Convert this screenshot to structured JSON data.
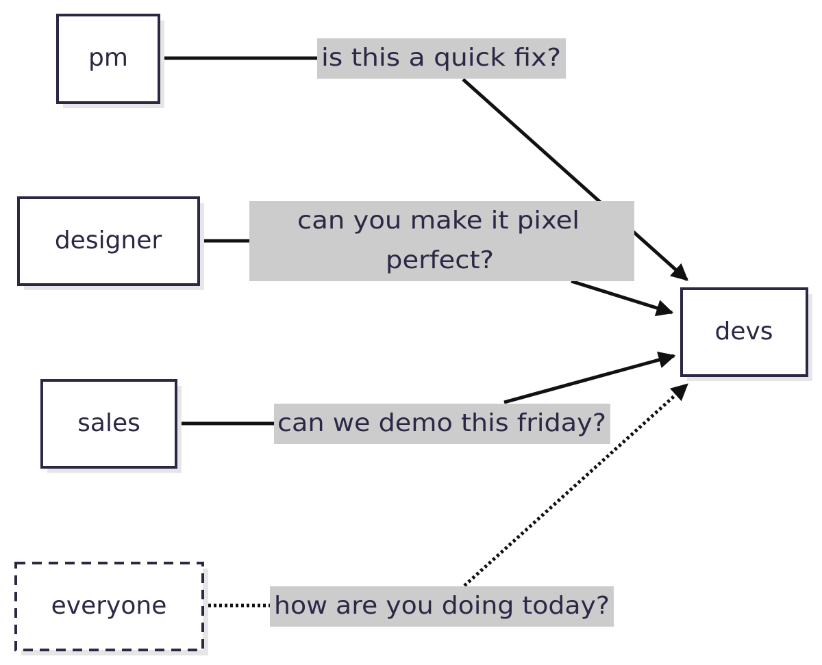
{
  "nodes": {
    "pm": {
      "label": "pm",
      "style": "solid"
    },
    "designer": {
      "label": "designer",
      "style": "solid"
    },
    "sales": {
      "label": "sales",
      "style": "solid"
    },
    "everyone": {
      "label": "everyone",
      "style": "dashed"
    },
    "devs": {
      "label": "devs",
      "style": "solid"
    }
  },
  "edges": {
    "pm_devs": {
      "from": "pm",
      "to": "devs",
      "line": "solid",
      "label": "is this a quick fix?"
    },
    "designer_devs": {
      "from": "designer",
      "to": "devs",
      "line": "solid",
      "label_line1": "can you make it pixel",
      "label_line2": "perfect?"
    },
    "sales_devs": {
      "from": "sales",
      "to": "devs",
      "line": "solid",
      "label": "can we demo this friday?"
    },
    "everyone_devs": {
      "from": "everyone",
      "to": "devs",
      "line": "dotted",
      "label": "how are you doing today?"
    }
  },
  "colors": {
    "stroke": "#2a2845",
    "edge": "#111111",
    "label_bg": "#cccccc",
    "node_shadow": "#e6e6e6",
    "node_fill": "#ffffff"
  }
}
